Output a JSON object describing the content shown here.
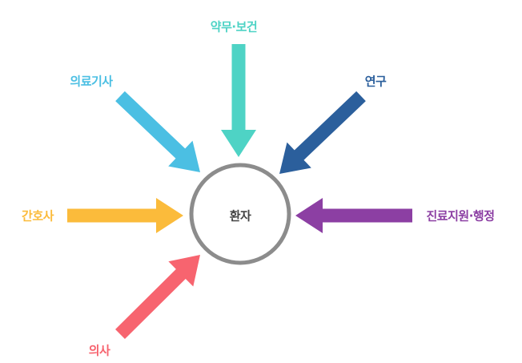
{
  "center": {
    "label": "환자",
    "color": "#444444",
    "ring_color": "#8c8c8c"
  },
  "sources": [
    {
      "id": "pharmacy",
      "label": "약무·보건",
      "color": "#4ed3c5"
    },
    {
      "id": "medtech",
      "label": "의료기사",
      "color": "#4bbfe3"
    },
    {
      "id": "research",
      "label": "연구",
      "color": "#2b5f9c"
    },
    {
      "id": "nurse",
      "label": "간호사",
      "color": "#fbbb3b"
    },
    {
      "id": "admin",
      "label": "진료지원·행정",
      "color": "#8c3fa3"
    },
    {
      "id": "doctor",
      "label": "의사",
      "color": "#f7646f"
    }
  ]
}
